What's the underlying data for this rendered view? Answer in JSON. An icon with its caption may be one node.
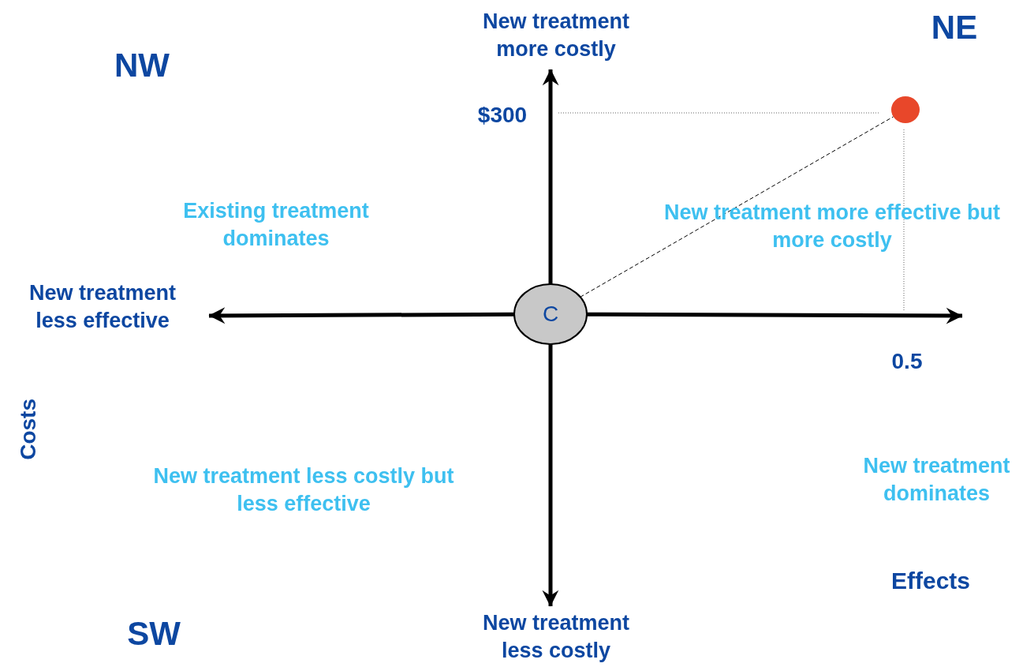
{
  "diagram": {
    "nodes": [
      {
        "text": [
          "C"
        ]
      },
      {
        "text": [],
        "shape": "circle"
      },
      {
        "text": [
          "New treatment more costly"
        ]
      },
      {
        "text": [
          "New treatment less effective"
        ]
      },
      {
        "text": [
          "New treatment less costly"
        ]
      }
    ],
    "edges": [
      {
        "from": 0,
        "to": 2,
        "arrow": "to"
      },
      {
        "from": 0,
        "to": 3,
        "arrow": "to"
      },
      {
        "from": 0,
        "to": 4,
        "arrow": "to"
      },
      {
        "from": 0,
        "to": null,
        "arrow": "to"
      },
      {
        "from": 0,
        "to": 1,
        "arrow": "none",
        "style": "dashed"
      }
    ],
    "labels": [
      "NE",
      "NW",
      "$300",
      "Existing treatment dominates",
      "New treatment more effective but more costly",
      "0.5",
      "Costs",
      "New treatment less costly but less effective",
      "New treatment dominates",
      "Effects",
      "SW"
    ]
  }
}
